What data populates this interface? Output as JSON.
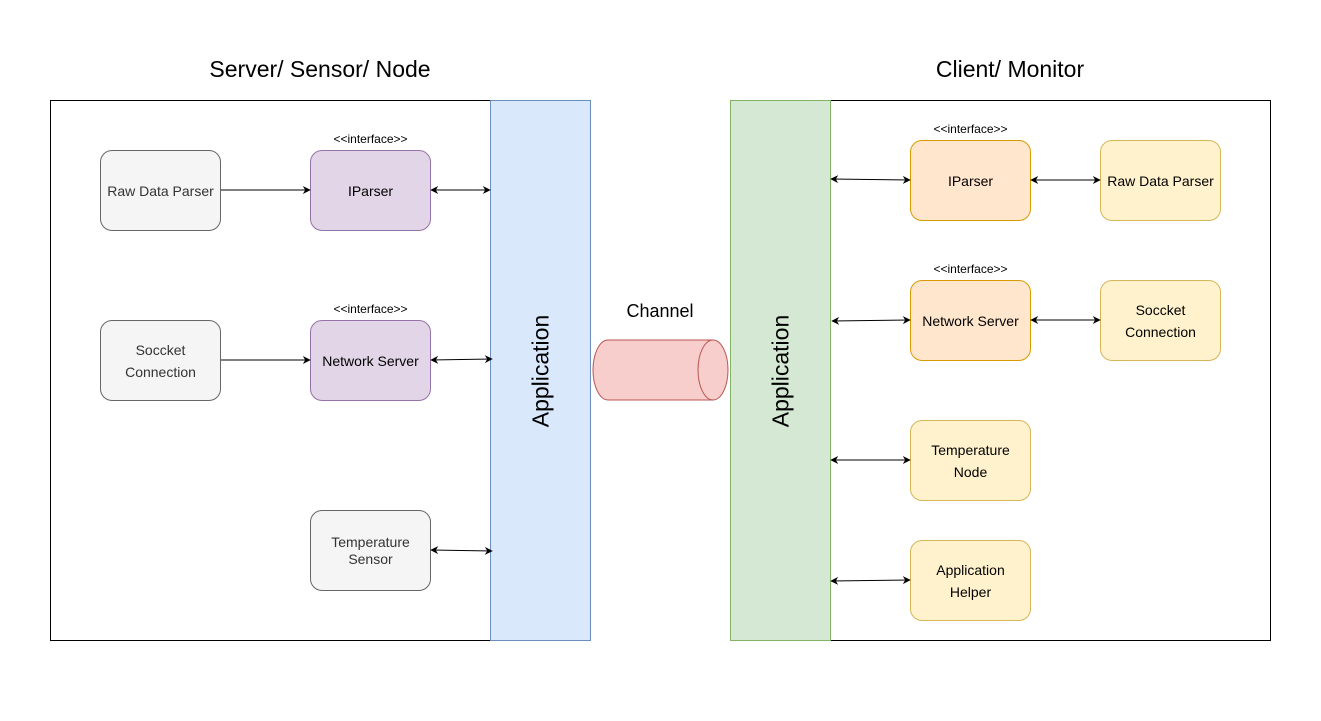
{
  "server": {
    "title": "Server/ Sensor/ Node",
    "raw_data_parser": "Raw Data Parser",
    "socket_connection": "Soccket Connection",
    "iparser": "IParser",
    "iparser_stereotype": "<<interface>>",
    "network_server": "Network Server",
    "network_server_stereotype": "<<interface>>",
    "temperature_sensor": "Temperature Sensor",
    "application": "Application"
  },
  "channel": {
    "label": "Channel"
  },
  "client": {
    "title": "Client/ Monitor",
    "application": "Application",
    "iparser": "IParser",
    "iparser_stereotype": "<<interface>>",
    "raw_data_parser": "Raw Data Parser",
    "network_server": "Network Server",
    "network_server_stereotype": "<<interface>>",
    "socket_connection": "Soccket Connection",
    "temperature_node": "Temperature Node",
    "application_helper": "Application Helper"
  },
  "colors": {
    "gray_fill": "#f5f5f5",
    "purple_fill": "#e1d5e7",
    "orange_fill": "#ffe6cc",
    "yellow_fill": "#fff2cc",
    "server_app_fill": "#dae8fc",
    "client_app_fill": "#d5e8d4",
    "channel_fill": "#f8cecc",
    "channel_stroke": "#b85450"
  }
}
